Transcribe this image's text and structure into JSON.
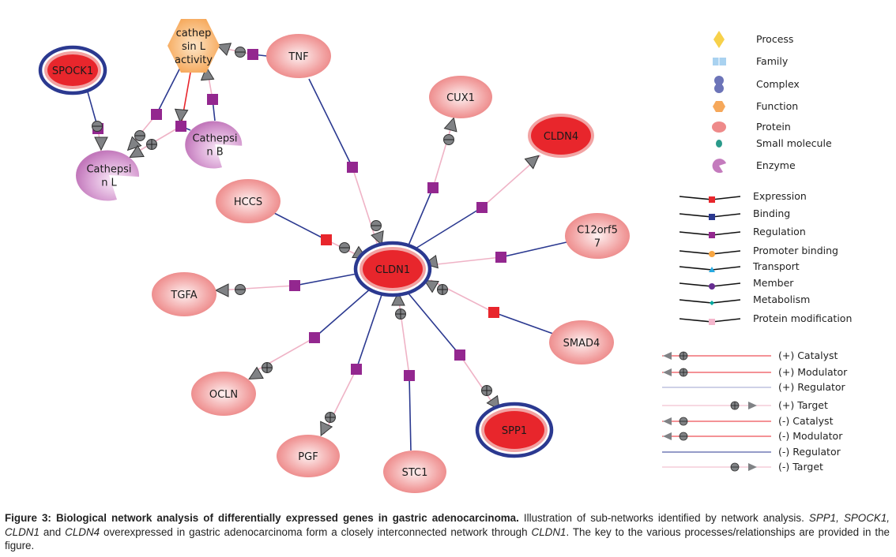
{
  "nodes": [
    {
      "id": "SPOCK1",
      "label": [
        "SPOCK1"
      ],
      "type": "protein",
      "overexpressed": true,
      "highlighted": true
    },
    {
      "id": "cathepsinL_activity",
      "label": [
        "cathep",
        "sin L",
        "activity"
      ],
      "type": "function",
      "overexpressed": false,
      "highlighted": false
    },
    {
      "id": "TNF",
      "label": [
        "TNF"
      ],
      "type": "protein",
      "overexpressed": false,
      "highlighted": false
    },
    {
      "id": "CUX1",
      "label": [
        "CUX1"
      ],
      "type": "protein",
      "overexpressed": false,
      "highlighted": false
    },
    {
      "id": "CLDN4",
      "label": [
        "CLDN4"
      ],
      "type": "protein",
      "overexpressed": true,
      "highlighted": false
    },
    {
      "id": "CathepsinB",
      "label": [
        "Cathepsi",
        "n B"
      ],
      "type": "enzyme",
      "overexpressed": false,
      "highlighted": false
    },
    {
      "id": "CathepsinL",
      "label": [
        "Cathepsi",
        "n L"
      ],
      "type": "enzyme",
      "overexpressed": false,
      "highlighted": false
    },
    {
      "id": "HCCS",
      "label": [
        "HCCS"
      ],
      "type": "protein",
      "overexpressed": false,
      "highlighted": false
    },
    {
      "id": "C12orf57",
      "label": [
        "C12orf5",
        "7"
      ],
      "type": "protein",
      "overexpressed": false,
      "highlighted": false
    },
    {
      "id": "CLDN1",
      "label": [
        "CLDN1"
      ],
      "type": "protein",
      "overexpressed": true,
      "highlighted": true
    },
    {
      "id": "TGFA",
      "label": [
        "TGFA"
      ],
      "type": "protein",
      "overexpressed": false,
      "highlighted": false
    },
    {
      "id": "SMAD4",
      "label": [
        "SMAD4"
      ],
      "type": "protein",
      "overexpressed": false,
      "highlighted": false
    },
    {
      "id": "OCLN",
      "label": [
        "OCLN"
      ],
      "type": "protein",
      "overexpressed": false,
      "highlighted": false
    },
    {
      "id": "SPP1",
      "label": [
        "SPP1"
      ],
      "type": "protein",
      "overexpressed": true,
      "highlighted": true
    },
    {
      "id": "PGF",
      "label": [
        "PGF"
      ],
      "type": "protein",
      "overexpressed": false,
      "highlighted": false
    },
    {
      "id": "STC1",
      "label": [
        "STC1"
      ],
      "type": "protein",
      "overexpressed": false,
      "highlighted": false
    }
  ],
  "edges": [
    {
      "source": "TNF",
      "target": "cathepsinL_activity",
      "relation": "Regulation",
      "effect": "(-) Target"
    },
    {
      "source": "SPOCK1",
      "target": "CathepsinL",
      "relation": "Regulation",
      "effect": "(-) Target"
    },
    {
      "source": "cathepsinL_activity",
      "target": "CathepsinL",
      "relation": "Regulation",
      "effect": "(-) Target"
    },
    {
      "source": "cathepsinL_activity",
      "target": "CathepsinB",
      "relation": "Regulation",
      "effect": "(+) Catalyst"
    },
    {
      "source": "CathepsinB",
      "target": "CathepsinL",
      "relation": "Regulation",
      "effect": "(+) Target"
    },
    {
      "source": "CathepsinB",
      "target": "cathepsinL_activity",
      "relation": "Regulation",
      "effect": "(+) Target"
    },
    {
      "source": "TNF",
      "target": "CLDN1",
      "relation": "Regulation",
      "effect": "(-) Target"
    },
    {
      "source": "HCCS",
      "target": "CLDN1",
      "relation": "Expression",
      "effect": "(-) Target"
    },
    {
      "source": "CLDN1",
      "target": "CUX1",
      "relation": "Regulation",
      "effect": "(-) Target"
    },
    {
      "source": "CLDN1",
      "target": "CLDN4",
      "relation": "Regulation",
      "effect": "Target"
    },
    {
      "source": "C12orf57",
      "target": "CLDN1",
      "relation": "Regulation",
      "effect": "Target"
    },
    {
      "source": "CLDN1",
      "target": "TGFA",
      "relation": "Regulation",
      "effect": "(-) Target"
    },
    {
      "source": "SMAD4",
      "target": "CLDN1",
      "relation": "Expression",
      "effect": "(+) Target"
    },
    {
      "source": "CLDN1",
      "target": "OCLN",
      "relation": "Regulation",
      "effect": "(+) Target"
    },
    {
      "source": "CLDN1",
      "target": "PGF",
      "relation": "Regulation",
      "effect": "(+) Target"
    },
    {
      "source": "STC1",
      "target": "CLDN1",
      "relation": "Regulation",
      "effect": "(+) Target"
    },
    {
      "source": "CLDN1",
      "target": "SPP1",
      "relation": "Regulation",
      "effect": "(+) Target"
    }
  ],
  "legend": {
    "node_types": [
      {
        "icon": "process-diamond-icon",
        "label": "Process",
        "color": "#f7d14a"
      },
      {
        "icon": "family-icon",
        "label": "Family",
        "color": "#a9d2f0"
      },
      {
        "icon": "complex-icon",
        "label": "Complex",
        "color": "#6c74b8"
      },
      {
        "icon": "function-hexagon-icon",
        "label": "Function",
        "color": "#f6a85a"
      },
      {
        "icon": "protein-ellipse-icon",
        "label": "Protein",
        "color": "#ee8a8a"
      },
      {
        "icon": "small-molecule-icon",
        "label": "Small molecule",
        "color": "#2a9a8a"
      },
      {
        "icon": "enzyme-icon",
        "label": "Enzyme",
        "color": "#c47bbd"
      }
    ],
    "relations": [
      {
        "label": "Expression",
        "marker": "square",
        "color": "#e8262c"
      },
      {
        "label": "Binding",
        "marker": "square",
        "color": "#2b3990"
      },
      {
        "label": "Regulation",
        "marker": "square",
        "color": "#93278f"
      },
      {
        "label": "Promoter binding",
        "marker": "circle",
        "color": "#f7a541"
      },
      {
        "label": "Transport",
        "marker": "triangle",
        "color": "#27aae1"
      },
      {
        "label": "Member",
        "marker": "circle",
        "color": "#662d91"
      },
      {
        "label": "Metabolism",
        "marker": "diamond",
        "color": "#00a79d"
      },
      {
        "label": "Protein modification",
        "marker": "square",
        "color": "#f4b6cc"
      }
    ],
    "effects": [
      {
        "label": "(+) Catalyst",
        "line_color": "#e8262c",
        "sign": "+",
        "arrow": "left"
      },
      {
        "label": "(+) Modulator",
        "line_color": "#e8262c",
        "sign": "+",
        "arrow": "left"
      },
      {
        "label": "(+) Regulator",
        "line_color": "#9ca3cf",
        "sign": "",
        "arrow": "none"
      },
      {
        "label": "(+) Target",
        "line_color": "#efb3c6",
        "sign": "+",
        "arrow": "right"
      },
      {
        "label": "(-) Catalyst",
        "line_color": "#e8262c",
        "sign": "-",
        "arrow": "left"
      },
      {
        "label": "(-) Modulator",
        "line_color": "#e8262c",
        "sign": "-",
        "arrow": "left"
      },
      {
        "label": "(-) Regulator",
        "line_color": "#2b3990",
        "sign": "",
        "arrow": "none"
      },
      {
        "label": "(-) Target",
        "line_color": "#efb3c6",
        "sign": "-",
        "arrow": "right"
      }
    ]
  },
  "colors": {
    "regulator_line": "#2b3990",
    "target_line": "#efb3c6",
    "catalyst_line": "#e8262c",
    "highlight_ring": "#2b3990",
    "overexpressed_fill": "#e8262c",
    "protein_fill": "#f08a8a",
    "enzyme_fill": "#c47bbd",
    "function_fill": "#f6a85a",
    "marker_gray": "#808285"
  },
  "caption": {
    "title": "Figure 3: Biological network analysis of differentially expressed genes in gastric adenocarcinoma.",
    "text1": " Illustration of sub-networks identified by network analysis. ",
    "gene1": "SPP1",
    "sep1": ", ",
    "gene2": "SPOCK1",
    "sep2": ", ",
    "gene3": "CLDN1",
    "sep3": " and ",
    "gene4": "CLDN4",
    "text2": " overexpressed in gastric adenocarcinoma form a closely interconnected network through ",
    "gene5": "CLDN1",
    "text3": ". The key to the various processes/relationships are provided in the figure."
  }
}
